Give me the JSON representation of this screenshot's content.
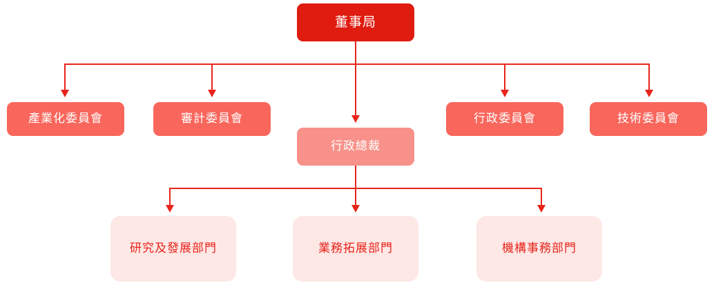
{
  "diagram": {
    "type": "organization-chart",
    "orientation": "top-down",
    "colors": {
      "board_fill": "#e01b10",
      "committee_fill": "#f9665c",
      "ceo_fill": "#f79189",
      "department_fill": "#fde8e6",
      "connector": "#e8231a",
      "light_text": "#ffffff",
      "red_text": "#e8231a",
      "background": "#ffffff"
    },
    "levels": {
      "board": {
        "label": "董事局"
      },
      "committees": [
        {
          "label": "產業化委員會"
        },
        {
          "label": "審計委員會"
        },
        {
          "label": "行政委員會"
        },
        {
          "label": "技術委員會"
        }
      ],
      "executive": {
        "label": "行政總裁"
      },
      "departments": [
        {
          "label": "研究及發展部門"
        },
        {
          "label": "業務拓展部門"
        },
        {
          "label": "機構事務部門"
        }
      ]
    }
  }
}
